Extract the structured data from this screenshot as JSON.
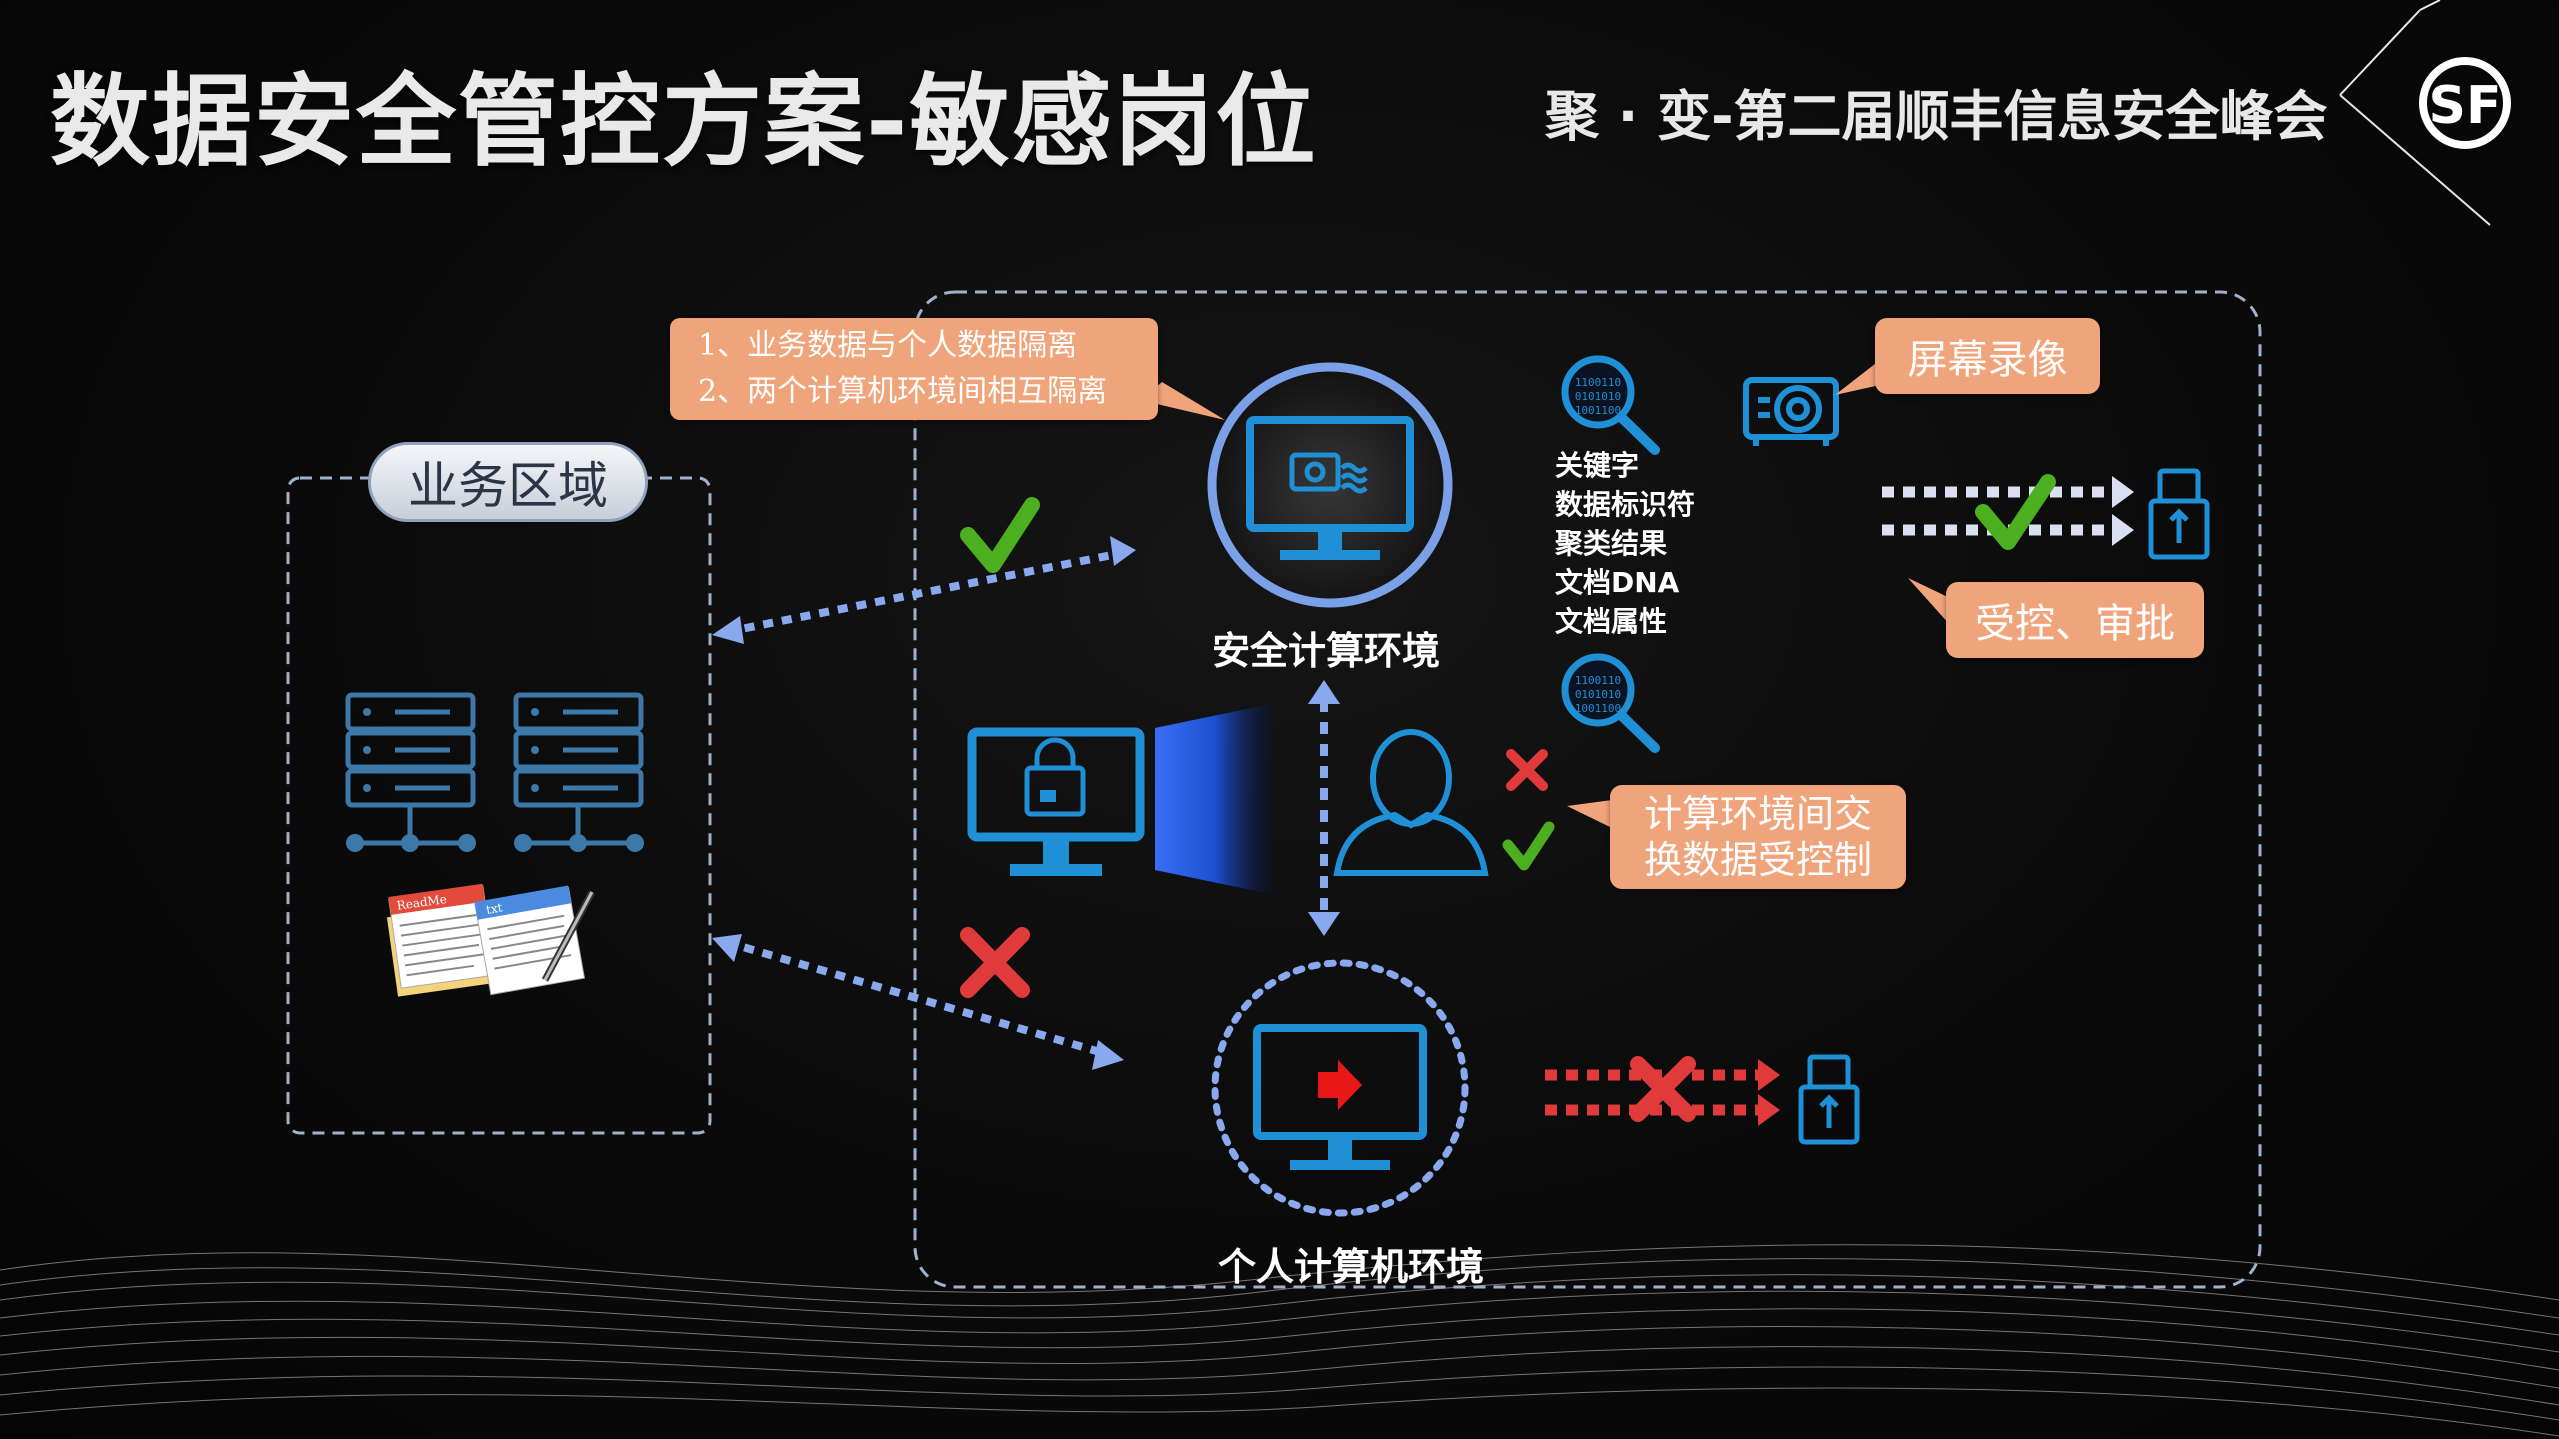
{
  "title": "数据安全管控方案-敏感岗位",
  "summit": "聚 · 变-第二届顺丰信息安全峰会",
  "logo_text": "SF",
  "business_zone": {
    "label": "业务区域"
  },
  "callouts": {
    "isolation": [
      "1、业务数据与个人数据隔离",
      "2、两个计算机环境间相互隔离"
    ],
    "screen_record": "屏幕录像",
    "audit": "受控、审批",
    "exchange": [
      "计算环境间交",
      "换数据受控制"
    ]
  },
  "environments": {
    "secure": "安全计算环境",
    "personal": "个人计算机环境"
  },
  "monitoring_keywords": [
    "关键字",
    "数据标识符",
    "聚类结果",
    "文档DNA",
    "文档属性"
  ],
  "document_icons": {
    "readme": "ReadMe",
    "second": "txt"
  },
  "colors": {
    "accent_blue": "#1f8fd6",
    "callout": "#f0a47b",
    "allow_green": "#4caf1f",
    "deny_red": "#e03a3a",
    "arrow_blue": "#8aa8ee"
  }
}
